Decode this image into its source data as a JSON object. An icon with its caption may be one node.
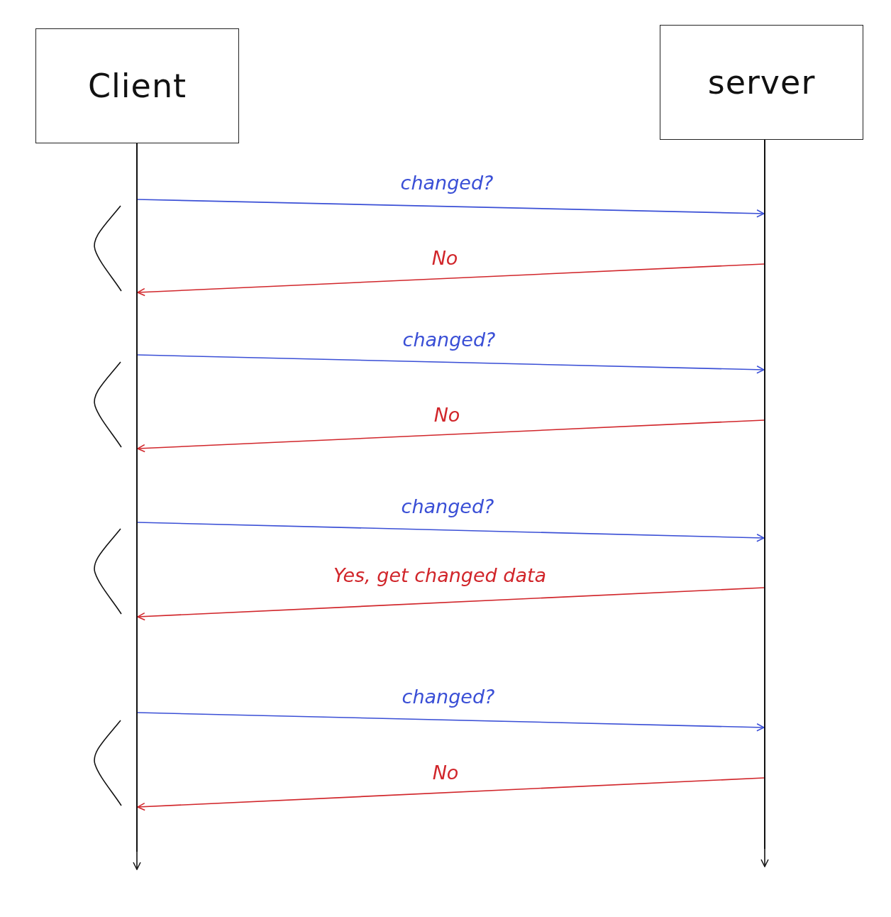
{
  "diagram": {
    "nodes": [
      {
        "text": [
          "Client"
        ]
      },
      {
        "text": [
          "server"
        ]
      },
      {
        "text": [],
        "shape": "bar"
      },
      {
        "text": [],
        "shape": "bar"
      }
    ],
    "edges": [
      {
        "from": 2,
        "to": null,
        "arrow": "to",
        "color": "#111111"
      },
      {
        "from": 3,
        "to": null,
        "arrow": "to",
        "color": "#111111"
      },
      {
        "from": 2,
        "to": 3,
        "arrow": "to",
        "label": "changed?",
        "color": "#3a4fd6"
      },
      {
        "from": 3,
        "to": 2,
        "arrow": "to",
        "label": "No",
        "color": "#d1262b"
      },
      {
        "from": 2,
        "to": 3,
        "arrow": "to",
        "label": "changed?",
        "color": "#3a4fd6"
      },
      {
        "from": 3,
        "to": 2,
        "arrow": "to",
        "label": "No",
        "color": "#d1262b"
      },
      {
        "from": 2,
        "to": 3,
        "arrow": "to",
        "label": "changed?",
        "color": "#3a4fd6"
      },
      {
        "from": 3,
        "to": 2,
        "arrow": "to",
        "label": "Yes, get changed data",
        "color": "#d1262b"
      },
      {
        "from": 2,
        "to": 3,
        "arrow": "to",
        "label": "changed?",
        "color": "#3a4fd6"
      },
      {
        "from": 3,
        "to": 2,
        "arrow": "to",
        "label": "No",
        "color": "#d1262b"
      }
    ]
  }
}
